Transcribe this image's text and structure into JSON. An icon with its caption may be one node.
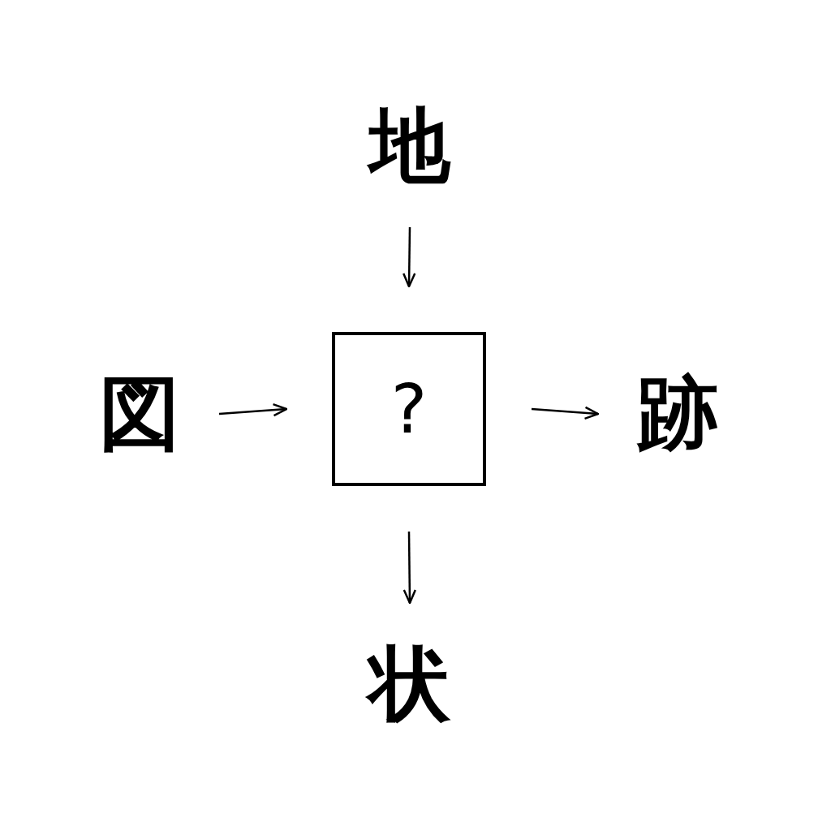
{
  "diagram": {
    "nodes": [
      {
        "text": [
          "地"
        ]
      },
      {
        "text": [
          "図"
        ]
      },
      {
        "text": [
          "?"
        ]
      },
      {
        "text": [
          "跡"
        ]
      },
      {
        "text": [
          "状"
        ]
      }
    ],
    "edges": [
      {
        "from": 0,
        "to": 2,
        "arrow": "to"
      },
      {
        "from": 1,
        "to": 2,
        "arrow": "to"
      },
      {
        "from": 2,
        "to": 3,
        "arrow": "to"
      },
      {
        "from": 2,
        "to": 4,
        "arrow": "to"
      }
    ]
  }
}
